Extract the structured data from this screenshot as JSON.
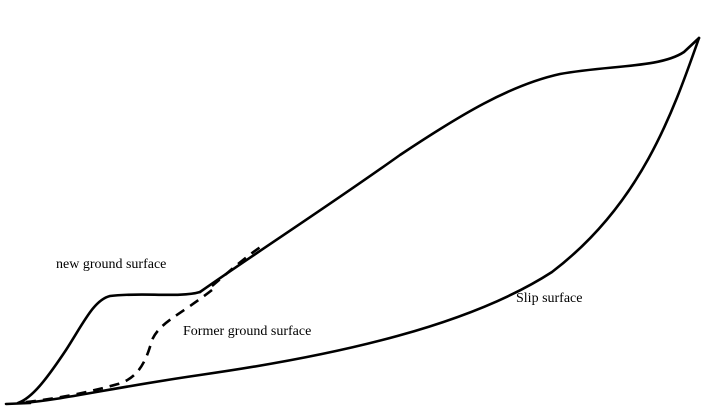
{
  "labels": {
    "new_ground_surface": "new ground surface",
    "former_ground_surface": "Former ground surface",
    "slip_surface": "Slip surface"
  },
  "colors": {
    "stroke": "#000000",
    "background": "#ffffff"
  }
}
